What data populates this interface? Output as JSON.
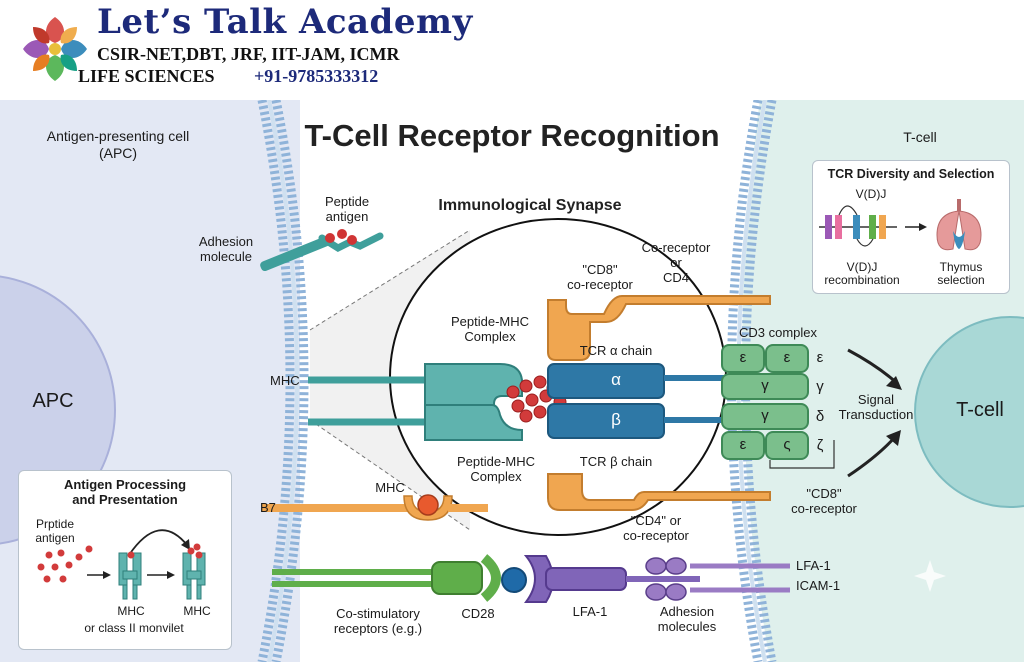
{
  "header": {
    "title": "Let’s Talk Academy",
    "exams": "CSIR-NET,DBT, JRF, IIT-JAM, ICMR",
    "subject": "LIFE SCIENCES",
    "phone": "+91-9785333312"
  },
  "title": "T-Cell Receptor Recognition",
  "synapse_title": "Immunological Synapse",
  "apc_side": {
    "label": "Antigen-presenting cell\n(APC)",
    "cell_label": "APC"
  },
  "tcell_side": {
    "label": "T-cell",
    "cell_label": "T-cell"
  },
  "left_labels": {
    "peptide_antigen": "Peptide\nantigen",
    "adhesion_molecule": "Adhesion\nmolecule",
    "mhc": "MHC",
    "b7": "B7",
    "mhc2": "MHC"
  },
  "center_labels": {
    "peptide_mhc_top": "Peptide-MHC\nComplex",
    "peptide_mhc_bottom": "Peptide-MHC\nComplex",
    "cd8_coreceptor_top": "\"CD8\"\nco-receptor",
    "coreceptor_cd4": "Co-receptor\nor\nCD4",
    "tcr_alpha_chain": "TCR α chain",
    "alpha": "α",
    "beta": "β",
    "tcr_beta_chain": "TCR β chain",
    "cd4_or_coreceptor": "\"CD4\" or\nco-receptor"
  },
  "cd3": {
    "title": "CD3 complex",
    "row1": [
      "ε",
      "ε"
    ],
    "row2": [
      "γ"
    ],
    "row3": [
      "γ"
    ],
    "row4": [
      "ε",
      "ς"
    ],
    "side": [
      "ε",
      "γ",
      "δ",
      "ζ"
    ],
    "signal": "Signal\nTransduction",
    "cd8_bottom": "\"CD8\"\nco-receptor"
  },
  "bottom_labels": {
    "costim": "Co-stimulatory\nreceptors (e.g.)",
    "cd28": "CD28",
    "lfa1_center": "LFA-1",
    "adhesion_molecules": "Adhesion\nmolecules",
    "lfa1_right": "LFA-1",
    "icam1": "ICAM-1"
  },
  "processing_box": {
    "title": "Antigen Processing\nand Presentation",
    "antigen": "Prptide\nantigen",
    "mhc_a": "MHC",
    "mhc_b": "MHC",
    "footer": "or class II monvilet"
  },
  "diversity_box": {
    "title": "TCR Diversity and Selection",
    "vdj_top": "V(D)J",
    "vdj_recomb": "V(D)J\nrecombination",
    "thymus": "Thymus\nselection"
  },
  "colors": {
    "teal_mhc": "#4aa8a8",
    "tcr_blue": "#2e78a6",
    "coreceptor_orange": "#f0a650",
    "cd3_green": "#7bbf8c",
    "purple": "#7a5bb0",
    "membrane": "#8fb3d9"
  }
}
